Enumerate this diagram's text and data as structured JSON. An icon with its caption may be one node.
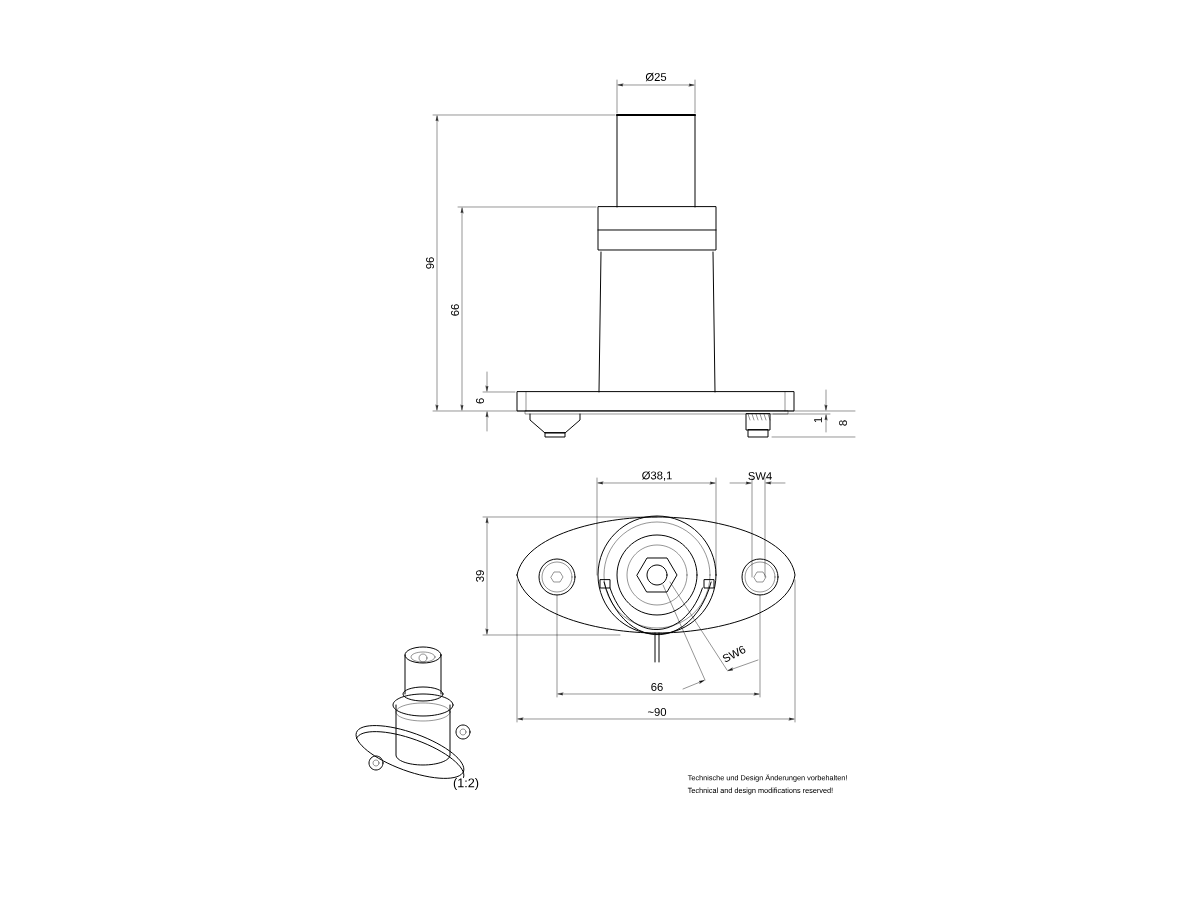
{
  "diagram": {
    "labels": [
      "Ø25",
      "96",
      "66",
      "6",
      "1",
      "8",
      "Ø38,1",
      "SW4",
      "39",
      "SW6",
      "66",
      "~90",
      "(1:2)",
      "Technische und Design Änderungen vorbehalten!",
      "Technical and design modifications reserved!"
    ]
  }
}
